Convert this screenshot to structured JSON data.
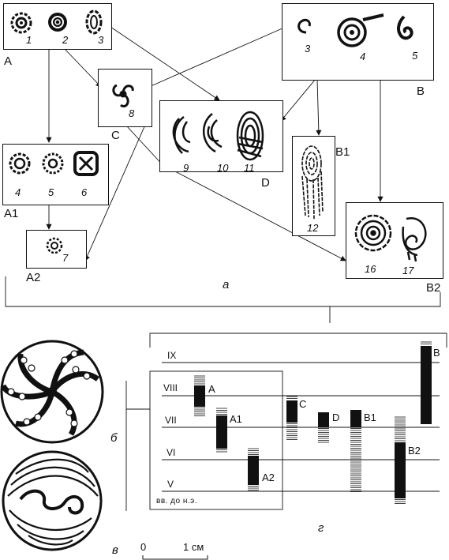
{
  "groups": {
    "A": {
      "label": "A",
      "nums": [
        "1",
        "2",
        "3"
      ]
    },
    "B": {
      "label": "B",
      "nums": [
        "3",
        "4",
        "5"
      ]
    },
    "C": {
      "label": "C",
      "nums": [
        "8"
      ]
    },
    "D": {
      "label": "D",
      "nums": [
        "9",
        "10",
        "11"
      ]
    },
    "A1": {
      "label": "A1",
      "nums": [
        "4",
        "5",
        "6"
      ]
    },
    "B1": {
      "label": "B1",
      "nums": [
        "12"
      ]
    },
    "A2": {
      "label": "A2",
      "nums": [
        "7"
      ]
    },
    "B2": {
      "label": "B2",
      "nums": [
        "16",
        "17"
      ]
    }
  },
  "captions": {
    "a": "а",
    "b": "б",
    "v": "в",
    "g": "г"
  },
  "chronology": {
    "periods": [
      "IX",
      "VIII",
      "VII",
      "VI",
      "V"
    ],
    "bc_label": "вв. до н.э.",
    "bars": {
      "A": "A",
      "A1": "A1",
      "A2": "A2",
      "C": "C",
      "D": "D",
      "B1": "B1",
      "B2": "B2",
      "B": "B"
    }
  },
  "scale": {
    "zero": "0",
    "one": "1 см"
  },
  "colors": {
    "ink": "#111111",
    "paper": "#ffffff"
  }
}
